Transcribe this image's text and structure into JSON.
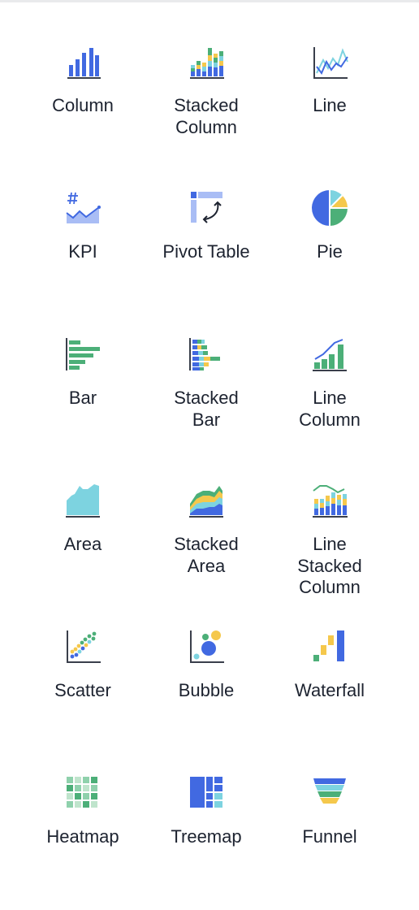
{
  "chart_types": [
    {
      "label": "Column",
      "icon": "column-chart-icon"
    },
    {
      "label": "Stacked\nColumn",
      "icon": "stacked-column-chart-icon"
    },
    {
      "label": "Line",
      "icon": "line-chart-icon"
    },
    {
      "label": "KPI",
      "icon": "kpi-chart-icon"
    },
    {
      "label": "Pivot Table",
      "icon": "pivot-table-icon"
    },
    {
      "label": "Pie",
      "icon": "pie-chart-icon"
    },
    {
      "label": "Bar",
      "icon": "bar-chart-icon"
    },
    {
      "label": "Stacked\nBar",
      "icon": "stacked-bar-chart-icon"
    },
    {
      "label": "Line\nColumn",
      "icon": "line-column-chart-icon"
    },
    {
      "label": "Area",
      "icon": "area-chart-icon"
    },
    {
      "label": "Stacked\nArea",
      "icon": "stacked-area-chart-icon"
    },
    {
      "label": "Line\nStacked\nColumn",
      "icon": "line-stacked-column-chart-icon"
    },
    {
      "label": "Scatter",
      "icon": "scatter-chart-icon"
    },
    {
      "label": "Bubble",
      "icon": "bubble-chart-icon"
    },
    {
      "label": "Waterfall",
      "icon": "waterfall-chart-icon"
    },
    {
      "label": "Heatmap",
      "icon": "heatmap-chart-icon"
    },
    {
      "label": "Treemap",
      "icon": "treemap-chart-icon"
    },
    {
      "label": "Funnel",
      "icon": "funnel-chart-icon"
    }
  ],
  "colors": {
    "blue": "#4169e1",
    "light_blue": "#a9bdf5",
    "teal": "#7dd3e0",
    "cyan": "#5fc8d6",
    "green": "#4caf78",
    "yellow": "#f5c84c",
    "axis": "#3a3f4b",
    "text": "#1d2330",
    "divider": "#e9eaec"
  }
}
